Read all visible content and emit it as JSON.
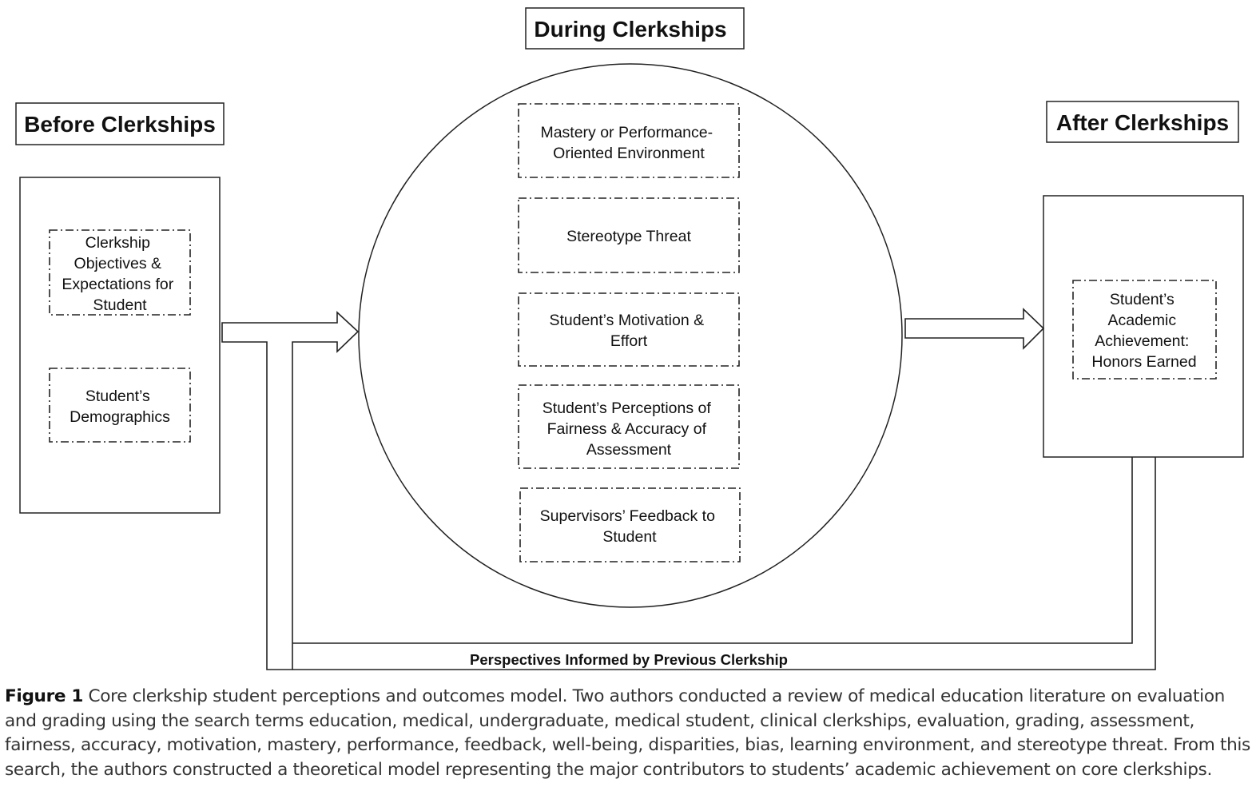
{
  "stages": {
    "before": {
      "title": "Before Clerkships",
      "items": [
        [
          "Clerkship",
          "Objectives &",
          "Expectations for",
          "Student"
        ],
        [
          "Student’s",
          "Demographics"
        ]
      ]
    },
    "during": {
      "title": "During Clerkships",
      "items": [
        [
          "Mastery or  Performance-",
          "Oriented Environment"
        ],
        [
          "Stereotype Threat"
        ],
        [
          "Student’s Motivation &",
          "Effort"
        ],
        [
          "Student’s Perceptions of",
          "Fairness & Accuracy of",
          "Assessment"
        ],
        [
          "Supervisors’ Feedback to",
          "Student"
        ]
      ]
    },
    "after": {
      "title": "After Clerkships",
      "items": [
        [
          "Student’s",
          "Academic",
          "Achievement:",
          "Honors Earned"
        ]
      ]
    }
  },
  "feedback_loop_label": "Perspectives Informed by Previous Clerkship",
  "caption": {
    "label": "Figure 1",
    "text": " Core clerkship student perceptions and outcomes model. Two authors conducted a review of medical education literature on evaluation and grading using the search terms education, medical, undergraduate, medical student, clinical clerkships, evaluation, grading, assessment, fairness, accuracy, motivation, mastery, performance, feedback, well-being, disparities, bias, learning environment, and stereotype threat. From this search, the authors constructed a theoretical model representing the major contributors to students’ academic achievement on core clerkships."
  }
}
